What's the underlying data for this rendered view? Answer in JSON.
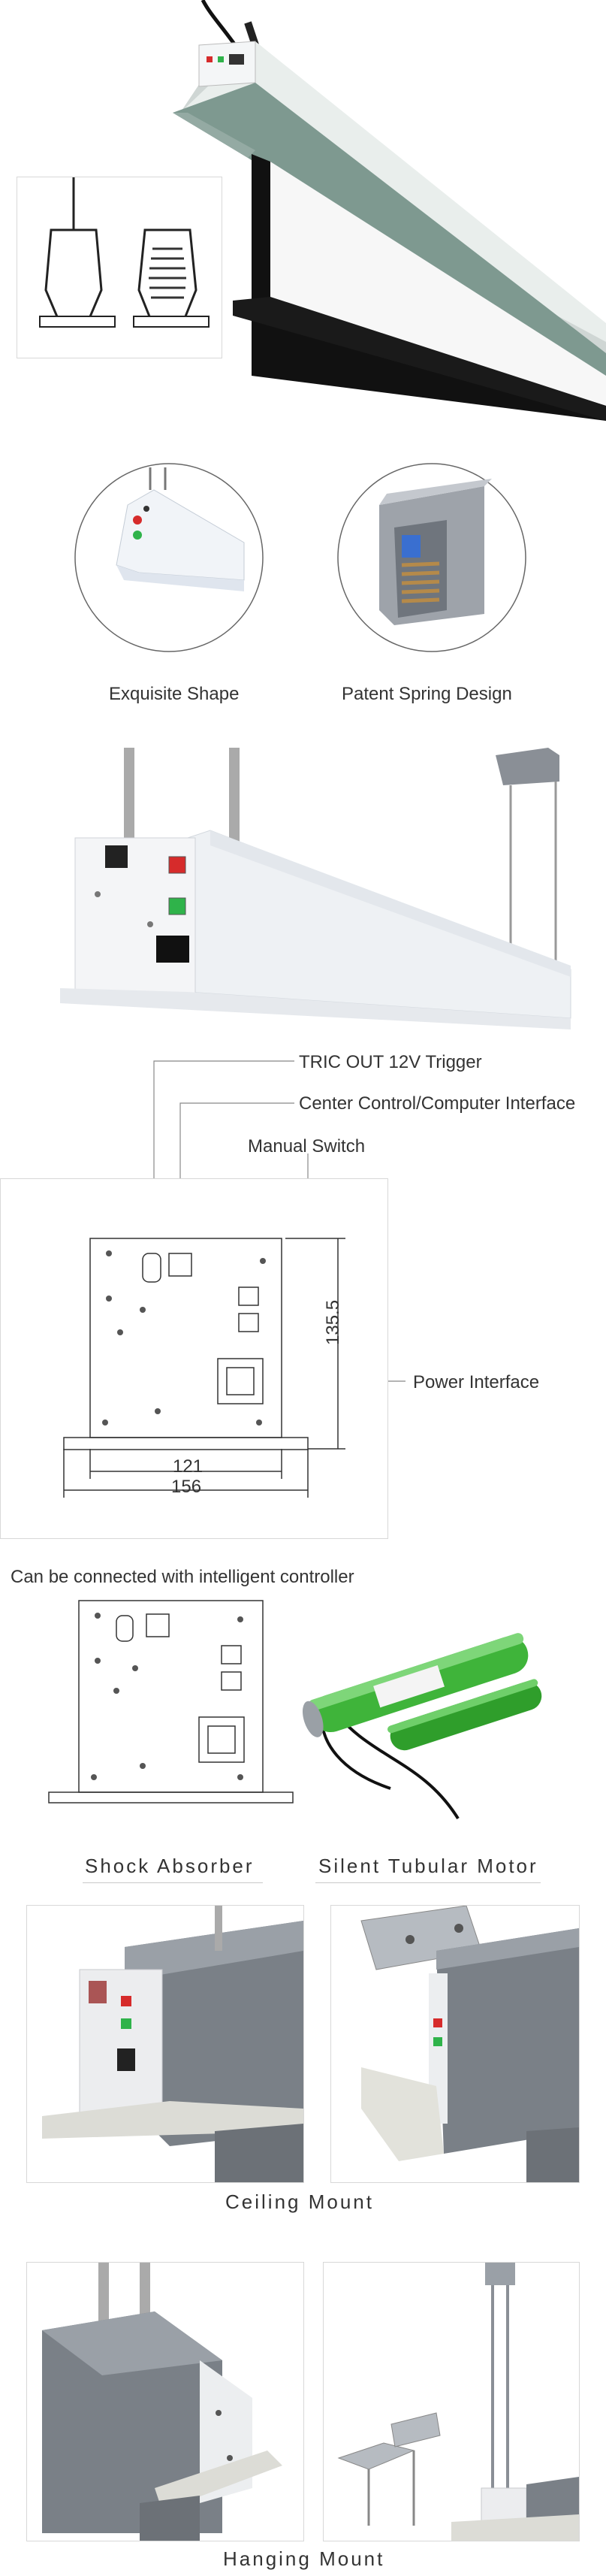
{
  "features": {
    "items": [
      {
        "label": "Exquisite Shape"
      },
      {
        "label": "Patent Spring Design"
      }
    ]
  },
  "interface": {
    "callouts": [
      {
        "label": "TRIC OUT 12V Trigger"
      },
      {
        "label": "Center Control/Computer Interface"
      },
      {
        "label": "Manual Switch"
      },
      {
        "label": "Power Interface"
      }
    ],
    "dimensions": {
      "height": "135.5",
      "inner_width": "121",
      "outer_width": "156"
    }
  },
  "controller_note": "Can be connected with intelligent controller",
  "components": [
    {
      "label": "Shock Absorber"
    },
    {
      "label": "Silent Tubular Motor"
    }
  ],
  "mounts": [
    {
      "label": "Ceiling Mount"
    },
    {
      "label": "Hanging Mount"
    }
  ],
  "colors": {
    "screen_black": "#111111",
    "housing_white": "#f2f3f5",
    "housing_gray": "#8a8f96",
    "motor_green": "#3fb43a",
    "indicator_red": "#d62b2b",
    "indicator_green": "#2fb34a",
    "line_gray": "#9a9a9a"
  }
}
